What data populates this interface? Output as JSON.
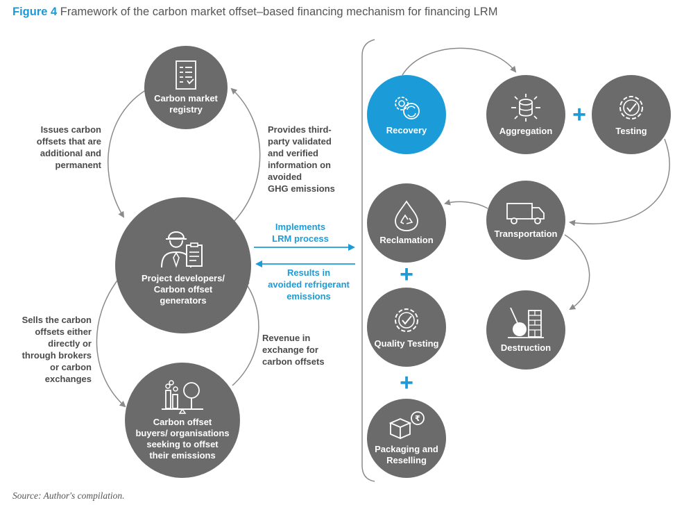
{
  "title": {
    "figure_label": "Figure 4",
    "text": "Framework of the carbon market offset–based financing mechanism for financing LRM"
  },
  "left_cycle": {
    "registry": {
      "lines": [
        "Carbon market",
        "registry"
      ],
      "icon": "checklist-icon"
    },
    "developers": {
      "lines": [
        "Project developers/",
        "Carbon offset",
        "generators"
      ],
      "icon": "engineer-icon"
    },
    "buyers": {
      "lines": [
        "Carbon offset",
        "buyers/ organisations",
        "seeking to offset",
        "their emissions"
      ],
      "icon": "factory-tree-icon"
    },
    "notes": {
      "issues": [
        "Issues carbon",
        "offsets that are",
        "additional and",
        "permanent"
      ],
      "provides": [
        "Provides third-",
        "party validated",
        "and verified",
        "information on",
        "avoided",
        "GHG emissions"
      ],
      "sells": [
        "Sells the carbon",
        "offsets either",
        "directly or",
        "through brokers",
        "or carbon",
        "exchanges"
      ],
      "revenue": [
        "Revenue in",
        "exchange for",
        "carbon offsets"
      ]
    }
  },
  "links": {
    "implements": [
      "Implements",
      "LRM process"
    ],
    "results": [
      "Results in",
      "avoided refrigerant",
      "emissions"
    ]
  },
  "lrm_process": {
    "recovery": {
      "label": "Recovery",
      "icon": "gears-cycle-icon"
    },
    "aggregation": {
      "label": "Aggregation",
      "icon": "database-burst-icon"
    },
    "testing": {
      "label": "Testing",
      "icon": "gear-check-icon"
    },
    "transportation": {
      "label": "Transportation",
      "icon": "truck-icon"
    },
    "reclamation": {
      "label": "Reclamation",
      "icon": "recycle-drop-icon"
    },
    "destruction": {
      "label": "Destruction",
      "icon": "wrecking-ball-icon"
    },
    "quality_testing": {
      "label": "Quality Testing",
      "icon": "gear-check-icon"
    },
    "packaging": {
      "lines": [
        "Packaging and",
        "Reselling"
      ],
      "icon": "box-rupee-icon"
    },
    "plus_sign": "+"
  },
  "colors": {
    "accent": "#1b9bd7",
    "node": "#6b6b6c",
    "connector": "#8a8a8a"
  },
  "source": "Source: Author's compilation."
}
